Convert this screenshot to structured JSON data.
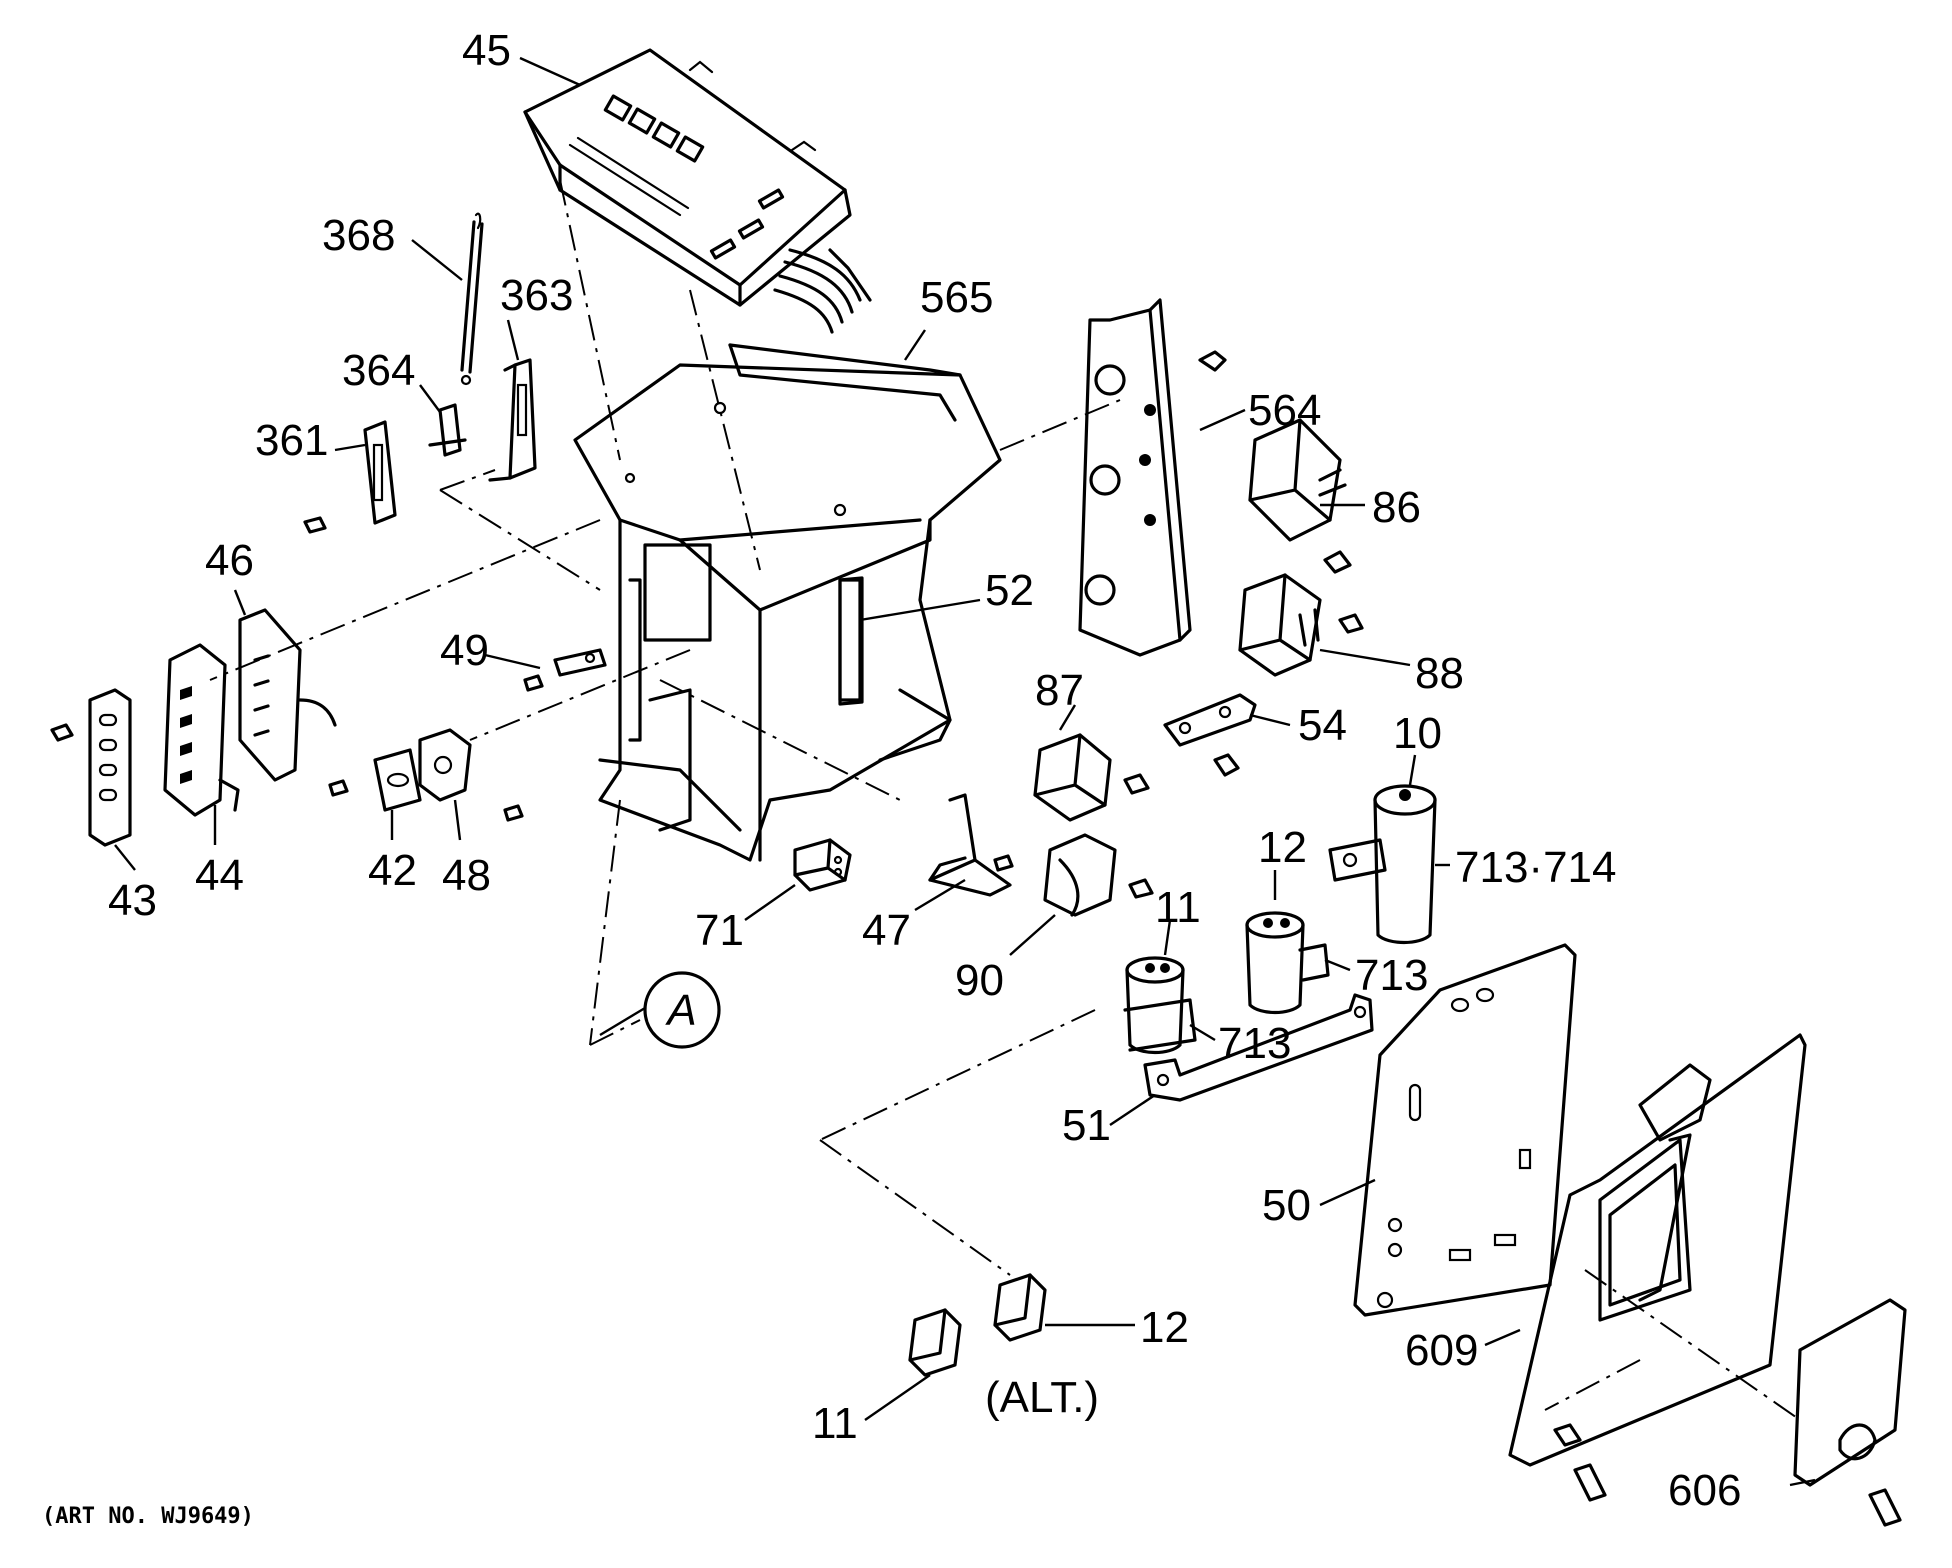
{
  "callouts": {
    "p45": "45",
    "p368": "368",
    "p363": "363",
    "p364": "364",
    "p361": "361",
    "p565": "565",
    "p564": "564",
    "p86": "86",
    "p52": "52",
    "p46": "46",
    "p49": "49",
    "p88": "88",
    "p87": "87",
    "p54": "54",
    "p10": "10",
    "p12a": "12",
    "p713_714": "713·714",
    "p43": "43",
    "p44": "44",
    "p42": "42",
    "p48": "48",
    "p71": "71",
    "p47": "47",
    "p90": "90",
    "p11a": "11",
    "p713a": "713",
    "p713b": "713",
    "p51": "51",
    "p50": "50",
    "p609": "609",
    "p12b": "12",
    "p11b": "11",
    "p606": "606"
  },
  "alt_note": "(ALT.)",
  "detail_ref": "A",
  "art_number": "(ART NO. WJ9649)"
}
